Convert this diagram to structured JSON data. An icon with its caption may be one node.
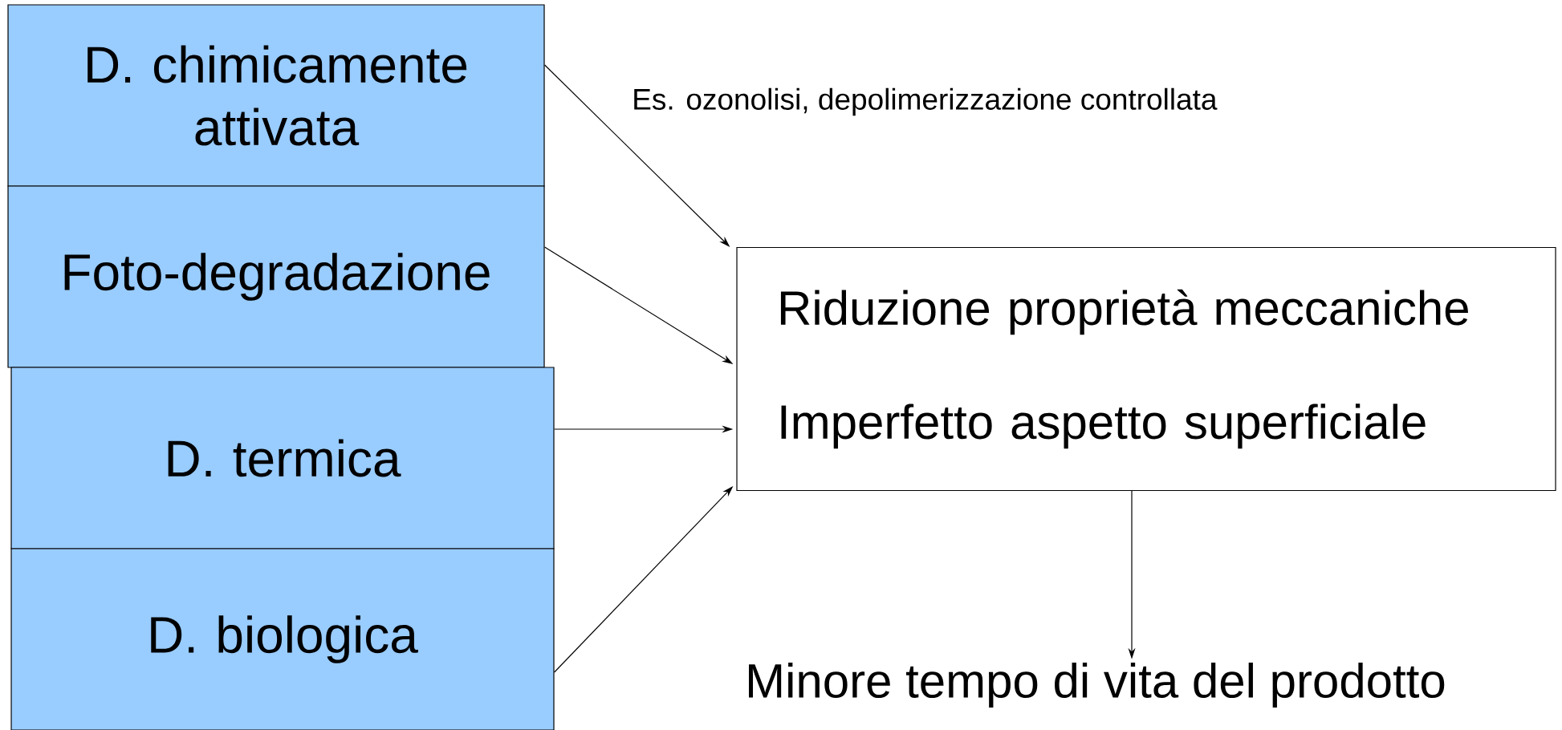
{
  "diagram": {
    "nodes": [
      {
        "text": [
          "D. chimicamente attivata"
        ]
      },
      {
        "text": [
          "Foto-degradazione"
        ]
      },
      {
        "text": [
          "D. termica"
        ]
      },
      {
        "text": [
          "D. biologica"
        ]
      },
      {
        "text": [
          "Riduzione proprietà meccaniche",
          "Imperfetto aspetto superficiale"
        ]
      },
      {
        "text": [
          "Minore tempo di vita del prodotto"
        ]
      }
    ],
    "edges": [
      {
        "from": 0,
        "to": 4,
        "arrow": "to"
      },
      {
        "from": 1,
        "to": 4,
        "arrow": "to"
      },
      {
        "from": 2,
        "to": 4,
        "arrow": "to"
      },
      {
        "from": 3,
        "to": 4,
        "arrow": "to"
      },
      {
        "from": 4,
        "to": 5,
        "arrow": "to"
      }
    ],
    "labels": [
      "Es. ozonolisi, depolimerizzazione controllata"
    ]
  }
}
